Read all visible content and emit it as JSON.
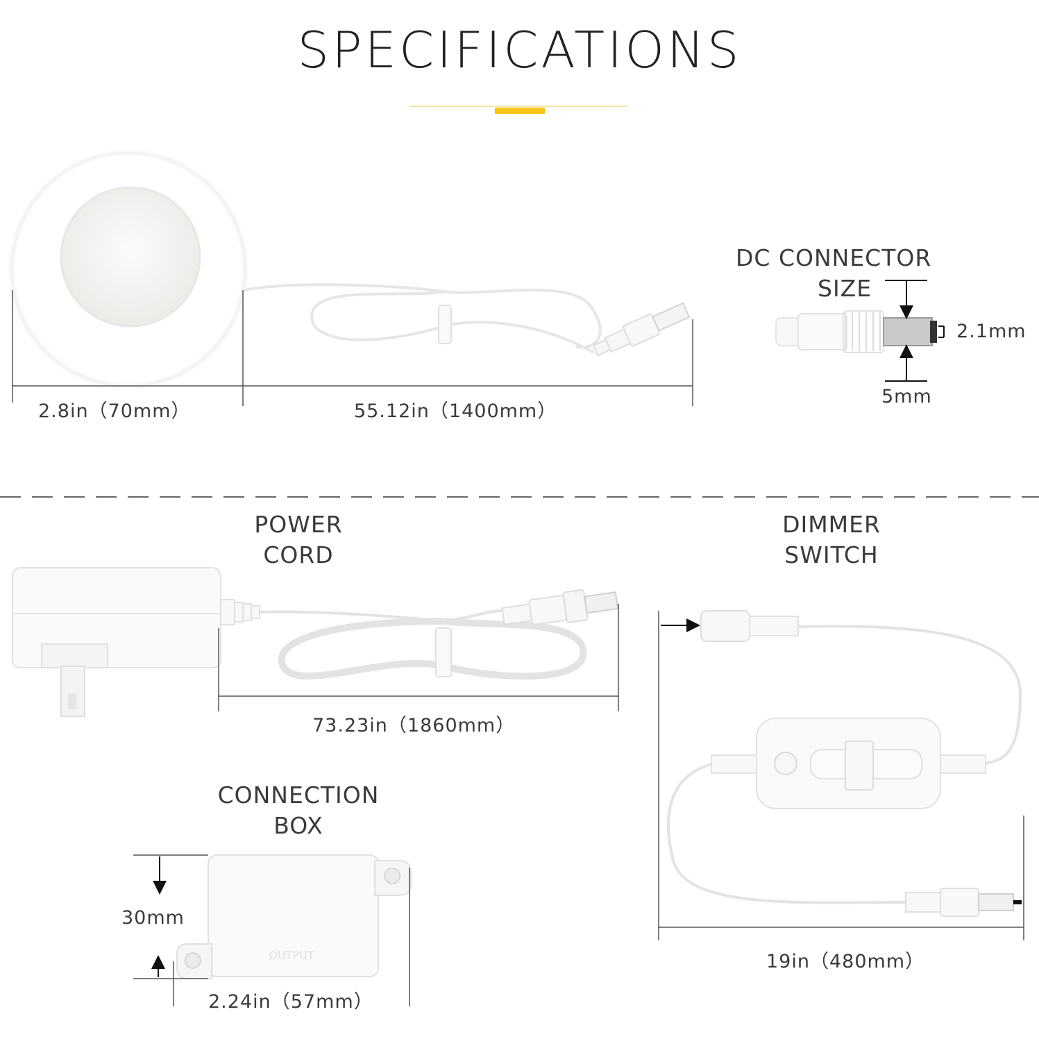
{
  "title": "SPECIFICATIONS",
  "accent_color": "#f5c518",
  "divider_style": "dashed",
  "puck_light": {
    "diameter_label": "2.8in（70mm）",
    "cable_label": "55.12in（1400mm）"
  },
  "dc_connector": {
    "title_line1": "DC CONNECTOR",
    "title_line2": "SIZE",
    "inner_label": "2.1mm",
    "outer_label": "5mm"
  },
  "power_cord": {
    "title_line1": "POWER",
    "title_line2": "CORD",
    "length_label": "73.23in（1860mm）"
  },
  "dimmer_switch": {
    "title_line1": "DIMMER",
    "title_line2": "SWITCH",
    "length_label": "19in（480mm）"
  },
  "connection_box": {
    "title_line1": "CONNECTION",
    "title_line2": "BOX",
    "height_label": "30mm",
    "width_label": "2.24in（57mm）",
    "embossed_text": "OUTPUT"
  }
}
